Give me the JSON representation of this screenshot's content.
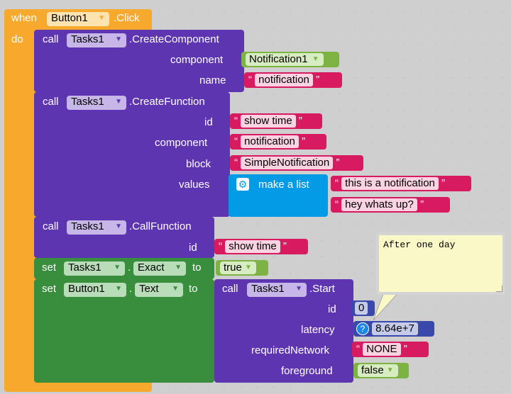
{
  "event": {
    "when": "when",
    "component": "Button1",
    "event": ".Click",
    "do": "do"
  },
  "create_component": {
    "call": "call",
    "component": "Tasks1",
    "method": ".CreateComponent",
    "arg1_label": "component",
    "arg1_value": "Notification1",
    "arg2_label": "name",
    "arg2_value": "notification"
  },
  "create_function": {
    "call": "call",
    "component": "Tasks1",
    "method": ".CreateFunction",
    "arg1_label": "id",
    "arg1_value": "show time",
    "arg2_label": "component",
    "arg2_value": "notification",
    "arg3_label": "block",
    "arg3_value": "SimpleNotification",
    "arg4_label": "values",
    "list_label": "make a list",
    "list_items": [
      "this is a notification",
      "hey whats up?"
    ]
  },
  "call_function": {
    "call": "call",
    "component": "Tasks1",
    "method": ".CallFunction",
    "arg1_label": "id",
    "arg1_value": "show time"
  },
  "set_exact": {
    "set": "set",
    "component": "Tasks1",
    "prop": "Exact",
    "to": "to",
    "value": "true"
  },
  "set_text": {
    "set": "set",
    "component": "Button1",
    "prop": "Text",
    "to": "to"
  },
  "start": {
    "call": "call",
    "component": "Tasks1",
    "method": ".Start",
    "id_label": "id",
    "id_value": "0",
    "latency_label": "latency",
    "latency_value": "8.64e+7",
    "network_label": "requiredNetwork",
    "network_value": "NONE",
    "foreground_label": "foreground",
    "foreground_value": "false"
  },
  "comment": {
    "text": "After one day"
  },
  "icons": {
    "dropdown": "dropdown-arrow-icon",
    "gear": "gear-icon",
    "help": "help-icon"
  },
  "colors": {
    "event": "#f7a92d",
    "component": "#5e35b1",
    "text": "#d81b60",
    "setter": "#388e3c",
    "logic": "#7cb342",
    "list": "#039be5",
    "math": "#3949ab",
    "comment_bg": "#fbf8c8"
  }
}
